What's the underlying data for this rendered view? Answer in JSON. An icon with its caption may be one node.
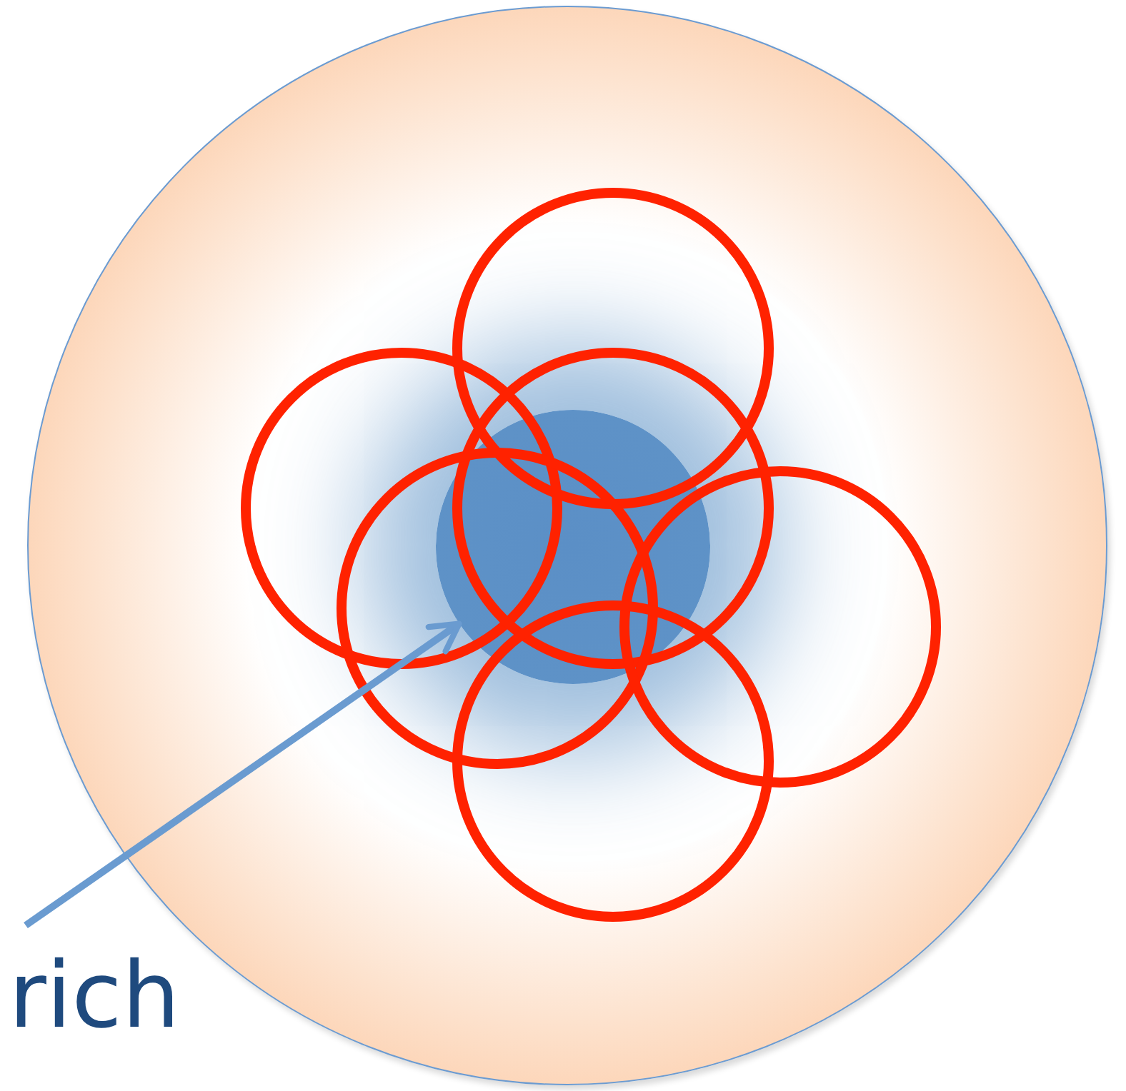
{
  "diagram": {
    "nodes": [
      {
        "text": [],
        "shape": "circle"
      },
      {
        "text": [],
        "shape": "circle",
        "in": 0
      },
      {
        "text": [],
        "shape": "circle",
        "in": 0
      },
      {
        "text": [],
        "shape": "circle",
        "in": 0
      },
      {
        "text": [],
        "shape": "circle",
        "in": 0
      },
      {
        "text": [],
        "shape": "circle",
        "in": 0
      },
      {
        "text": [],
        "shape": "circle",
        "in": 0
      },
      {
        "text": [],
        "shape": "circle",
        "in": 0
      },
      {
        "text": [
          "rich"
        ]
      }
    ],
    "edges": [
      {
        "from": 8,
        "to": 1,
        "arrow": "to"
      }
    ]
  }
}
